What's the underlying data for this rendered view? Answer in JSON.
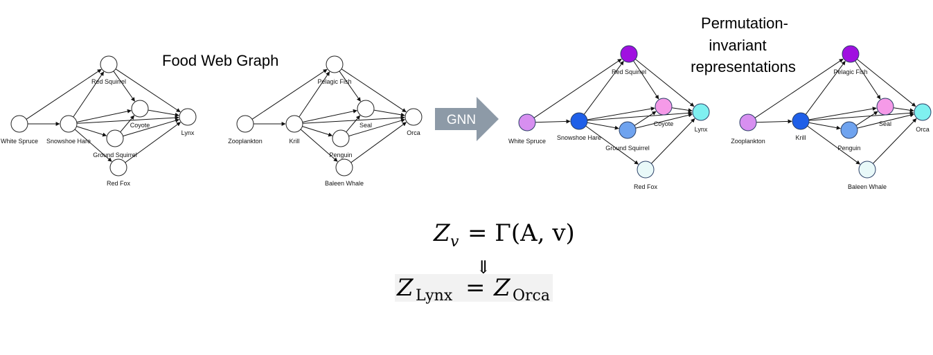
{
  "headings": {
    "food_web": "Food Web Graph",
    "perm_line1": "Permutation-",
    "perm_line2": "invariant",
    "perm_line3": "representations"
  },
  "gnn_label": "GNN",
  "graphs": {
    "forest": {
      "nodes": [
        {
          "id": "white_spruce",
          "label": "White Spruce"
        },
        {
          "id": "snowshoe_hare",
          "label": "Snowshoe Hare"
        },
        {
          "id": "red_squirrel",
          "label": "Red Squirrel"
        },
        {
          "id": "coyote",
          "label": "Coyote"
        },
        {
          "id": "ground_squirrel",
          "label": "Ground Squirrel"
        },
        {
          "id": "red_fox",
          "label": "Red Fox"
        },
        {
          "id": "lynx",
          "label": "Lynx"
        }
      ],
      "edges": [
        [
          "white_spruce",
          "snowshoe_hare"
        ],
        [
          "white_spruce",
          "red_squirrel"
        ],
        [
          "snowshoe_hare",
          "red_squirrel"
        ],
        [
          "snowshoe_hare",
          "coyote"
        ],
        [
          "snowshoe_hare",
          "ground_squirrel"
        ],
        [
          "snowshoe_hare",
          "red_fox"
        ],
        [
          "snowshoe_hare",
          "lynx"
        ],
        [
          "red_squirrel",
          "coyote"
        ],
        [
          "red_squirrel",
          "lynx"
        ],
        [
          "ground_squirrel",
          "coyote"
        ],
        [
          "ground_squirrel",
          "lynx"
        ],
        [
          "coyote",
          "lynx"
        ],
        [
          "red_fox",
          "lynx"
        ]
      ],
      "colors": {
        "white_spruce": "#d78ff0",
        "snowshoe_hare": "#1f5fe8",
        "red_squirrel": "#a010e0",
        "coyote": "#f59ae8",
        "ground_squirrel": "#6fa3ef",
        "red_fox": "#e9f9f9",
        "lynx": "#7ff0f0"
      }
    },
    "ocean": {
      "nodes": [
        {
          "id": "zooplankton",
          "label": "Zooplankton"
        },
        {
          "id": "krill",
          "label": "Krill"
        },
        {
          "id": "pelagic_fish",
          "label": "Pelagic Fish"
        },
        {
          "id": "seal",
          "label": "Seal"
        },
        {
          "id": "penguin",
          "label": "Penguin"
        },
        {
          "id": "baleen_whale",
          "label": "Baleen Whale"
        },
        {
          "id": "orca",
          "label": "Orca"
        }
      ],
      "edges": [
        [
          "zooplankton",
          "krill"
        ],
        [
          "zooplankton",
          "pelagic_fish"
        ],
        [
          "krill",
          "pelagic_fish"
        ],
        [
          "krill",
          "seal"
        ],
        [
          "krill",
          "penguin"
        ],
        [
          "krill",
          "baleen_whale"
        ],
        [
          "krill",
          "orca"
        ],
        [
          "pelagic_fish",
          "seal"
        ],
        [
          "pelagic_fish",
          "orca"
        ],
        [
          "penguin",
          "seal"
        ],
        [
          "penguin",
          "orca"
        ],
        [
          "seal",
          "orca"
        ],
        [
          "baleen_whale",
          "orca"
        ]
      ],
      "colors": {
        "zooplankton": "#d78ff0",
        "krill": "#1f5fe8",
        "pelagic_fish": "#a010e0",
        "seal": "#f59ae8",
        "penguin": "#6fa3ef",
        "baleen_whale": "#e9f9f9",
        "orca": "#7ff0f0"
      }
    }
  },
  "formula": {
    "line1": "Z_v = Γ(A, v)",
    "arrow": "⇓",
    "line2": "Z_Lynx = Z_Orca",
    "z": "Z",
    "v": "v",
    "gamma_expr": "= Γ(A, v)",
    "lynx_sub": "Lynx",
    "orca_sub": "Orca",
    "equals": "="
  }
}
